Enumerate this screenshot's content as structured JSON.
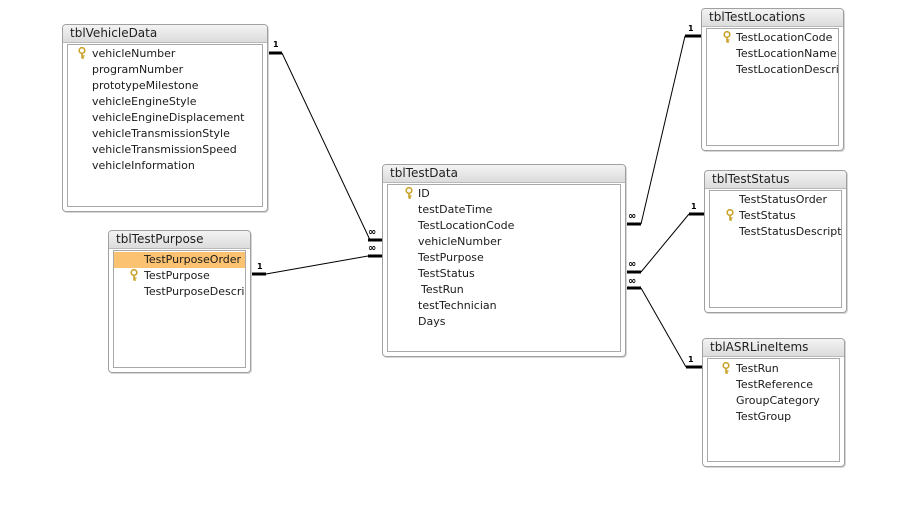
{
  "tables": {
    "vehicle": {
      "title": "tblVehicleData",
      "fields": [
        "vehicleNumber",
        "programNumber",
        "prototypeMilestone",
        "vehicleEngineStyle",
        "vehicleEngineDisplacement",
        "vehicleTransmissionStyle",
        "vehicleTransmissionSpeed",
        "vehicleInformation"
      ]
    },
    "purpose": {
      "title": "tblTestPurpose",
      "fields": [
        "TestPurposeOrder",
        "TestPurpose",
        "TestPurposeDescript"
      ]
    },
    "testdata": {
      "title": "tblTestData",
      "fields": [
        "ID",
        "testDateTime",
        "TestLocationCode",
        "vehicleNumber",
        "TestPurpose",
        "TestStatus",
        "TestRun",
        "testTechnician",
        "Days"
      ]
    },
    "locations": {
      "title": "tblTestLocations",
      "fields": [
        "TestLocationCode",
        "TestLocationName",
        "TestLocationDescript"
      ]
    },
    "status": {
      "title": "tblTestStatus",
      "fields": [
        "TestStatusOrder",
        "TestStatus",
        "TestStatusDescriptio"
      ]
    },
    "asr": {
      "title": "tblASRLineItems",
      "fields": [
        "TestRun",
        "TestReference",
        "GroupCategory",
        "TestGroup"
      ]
    }
  },
  "relationships": {
    "one_label": "1",
    "many_label": "∞"
  },
  "colors": {
    "selected_row": "#fbc272",
    "key_icon": "#c9a227",
    "line": "#000000"
  },
  "icons": {
    "primary_key": "key-icon"
  }
}
